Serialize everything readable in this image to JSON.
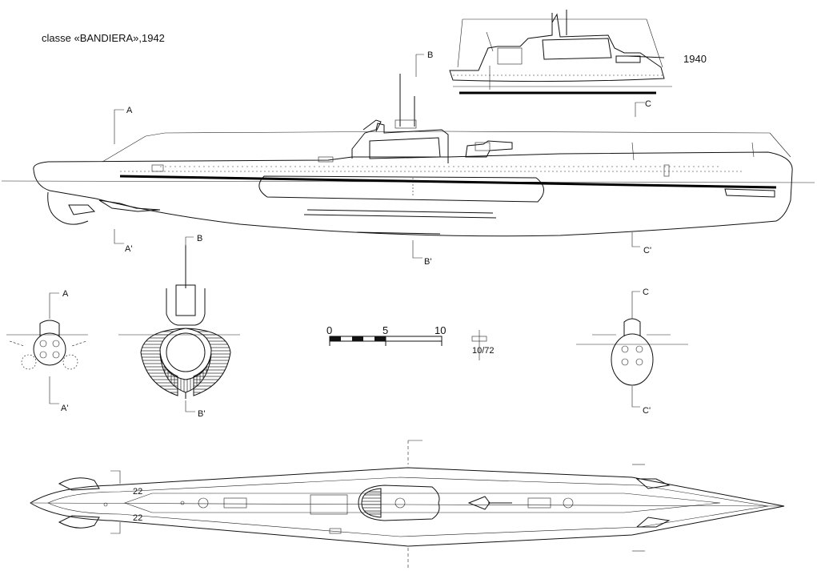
{
  "title": "classe «BANDIERA»,1942",
  "inset_year": "1940",
  "section_labels": {
    "A": "A",
    "A_prime": "A'",
    "B": "B",
    "B_prime": "B'",
    "C": "C",
    "C_prime": "C'"
  },
  "scale_bar": {
    "ticks": [
      "0",
      "5",
      "10"
    ]
  },
  "scale_ratio": "10/72",
  "plan_marks": {
    "frame_top": "22",
    "frame_bottom": "22"
  }
}
